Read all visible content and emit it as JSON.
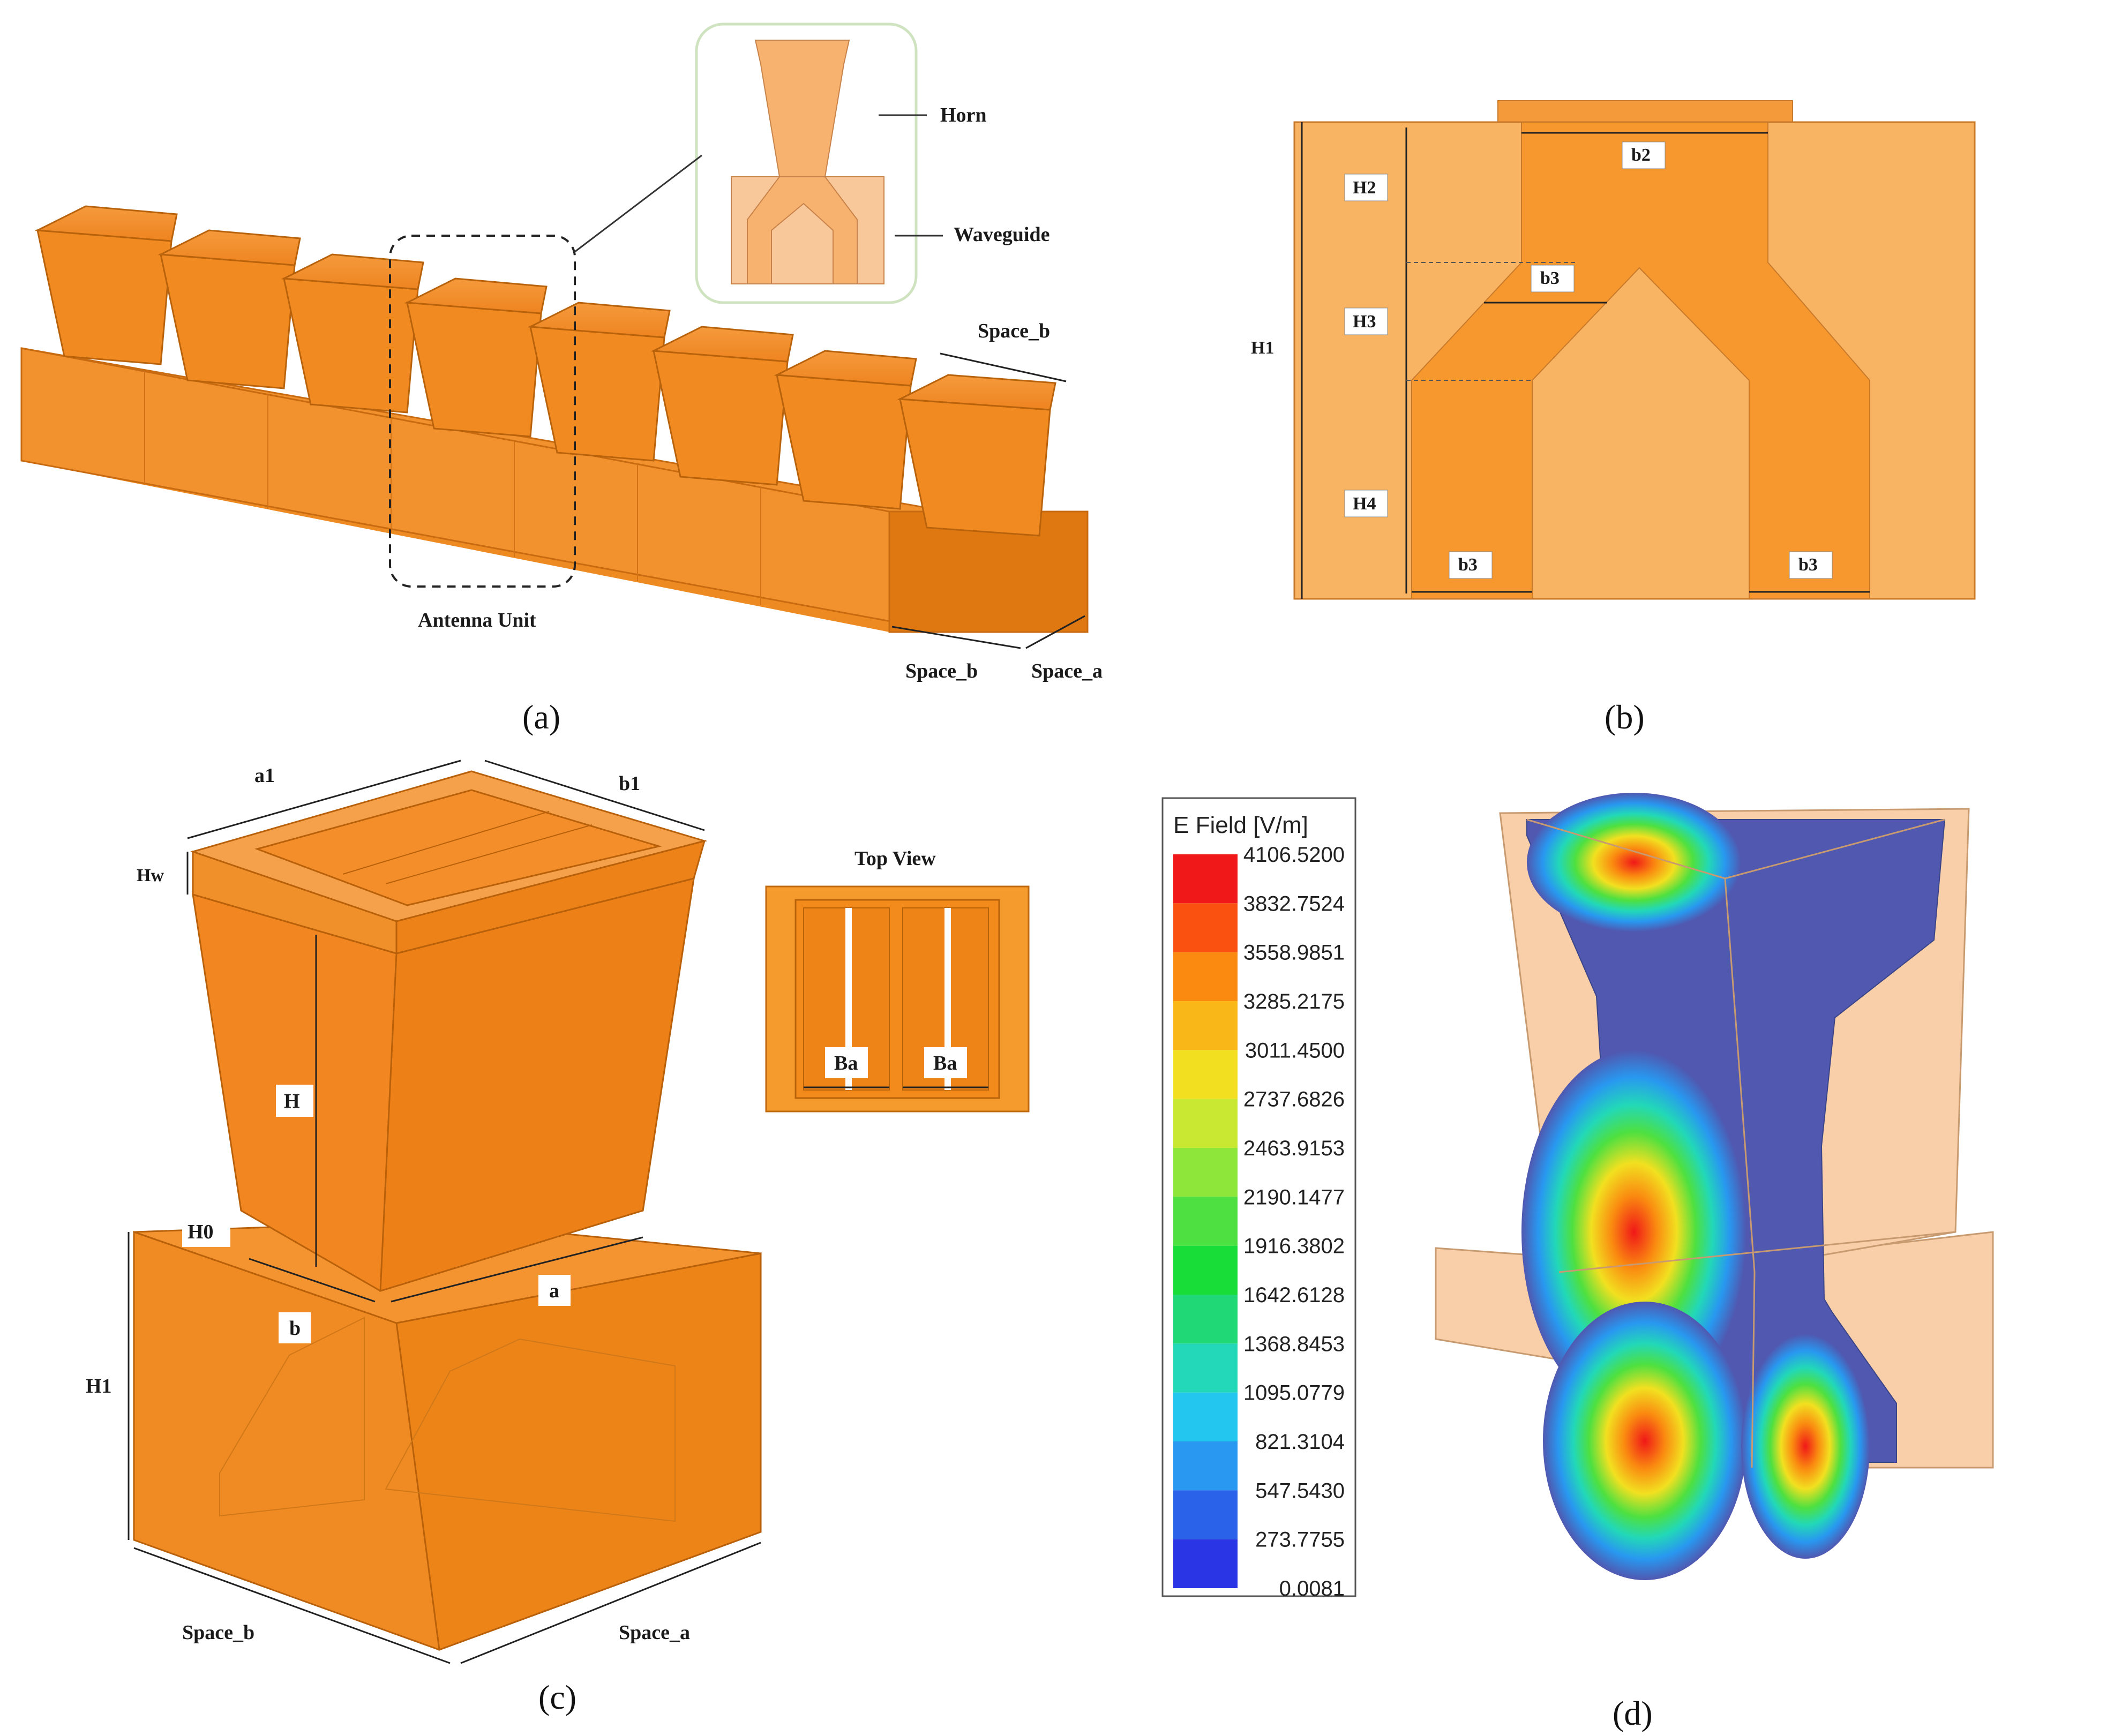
{
  "panel_a": {
    "caption": "(a)",
    "horn_label": "Horn",
    "waveguide_label": "Waveguide",
    "antenna_unit_label": "Antenna Unit",
    "space_b_top": "Space_b",
    "space_b_bottom": "Space_b",
    "space_a": "Space_a"
  },
  "panel_b": {
    "caption": "(b)",
    "labels": {
      "h1": "H1",
      "h2": "H2",
      "h3": "H3",
      "h4": "H4",
      "b2": "b2",
      "b3_mid": "b3",
      "b3_left": "b3",
      "b3_right": "b3"
    }
  },
  "panel_c": {
    "caption": "(c)",
    "labels": {
      "a1": "a1",
      "b1": "b1",
      "hw": "Hw",
      "h": "H",
      "h0": "H0",
      "a": "a",
      "b": "b",
      "h1": "H1",
      "space_b": "Space_b",
      "space_a": "Space_a"
    },
    "top_view_title": "Top View",
    "ba_left": "Ba",
    "ba_right": "Ba"
  },
  "panel_d": {
    "caption": "(d)",
    "legend_title": "E Field [V/m]",
    "legend_values": [
      "4106.5200",
      "3832.7524",
      "3558.9851",
      "3285.2175",
      "3011.4500",
      "2737.6826",
      "2463.9153",
      "2190.1477",
      "1916.3802",
      "1642.6128",
      "1368.8453",
      "1095.0779",
      "821.3104",
      "547.5430",
      "273.7755",
      "0.0081"
    ],
    "legend_colors": [
      "#f01818",
      "#fa5010",
      "#fa8a10",
      "#f9b818",
      "#f2e020",
      "#c8e832",
      "#8ee63a",
      "#4ee040",
      "#18dc38",
      "#20d876",
      "#22d8b8",
      "#22c6ee",
      "#2898f0",
      "#2a62ea",
      "#2a36e6",
      "#2418e0"
    ]
  }
}
